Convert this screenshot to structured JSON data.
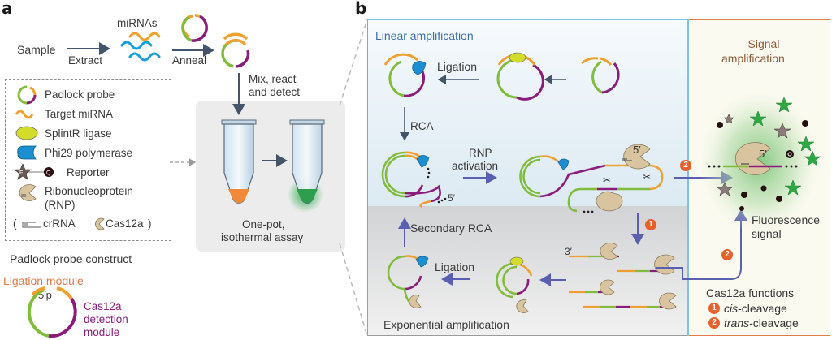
{
  "panel_a": {
    "label": "a",
    "flow": {
      "sample": "Sample",
      "extract": "Extract",
      "mirnas": "miRNAs",
      "anneal": "Anneal",
      "mix_line1": "Mix, react",
      "mix_line2": "and detect",
      "assay_line1": "One-pot,",
      "assay_line2": "isothermal assay"
    },
    "legend": [
      {
        "icon": "padlock-probe-icon",
        "label": "Padlock probe"
      },
      {
        "icon": "target-mirna-icon",
        "label": "Target miRNA"
      },
      {
        "icon": "splintr-ligase-icon",
        "label": "SplintR ligase"
      },
      {
        "icon": "phi29-polymerase-icon",
        "label": "Phi29 polymerase"
      },
      {
        "icon": "reporter-icon",
        "label": "Reporter"
      },
      {
        "icon": "rnp-icon",
        "label": "Ribonucleoprotein"
      },
      {
        "icon": "",
        "label": "(RNP)"
      }
    ],
    "legend_sub": {
      "open": "(",
      "crrna": "crRNA",
      "cas12a": "Cas12a",
      "close": ")"
    },
    "reporter_f": "F",
    "reporter_q": "Q",
    "construct": {
      "title": "Padlock probe construct",
      "ligation_module": "Ligation module",
      "five_p": "5′p",
      "detection_line1": "Cas12a",
      "detection_line2": "detection",
      "detection_line3": "module"
    }
  },
  "panel_b": {
    "label": "b",
    "linear_title": "Linear amplification",
    "exponential_title": "Exponential amplification",
    "signal_title_line1": "Signal",
    "signal_title_line2": "amplification",
    "ligation_top": "Ligation",
    "rca": "RCA",
    "rnp_line1": "RNP",
    "rnp_line2": "activation",
    "five_prime": "5′",
    "five_prime_rnp": "5′",
    "secondary_rca": "Secondary RCA",
    "ligation_bottom": "Ligation",
    "three_prime": "3′",
    "dots": "•••",
    "fluorescence_line1": "Fluorescence",
    "fluorescence_line2": "signal",
    "functions_title": "Cas12a functions",
    "functions": [
      {
        "badge": "1",
        "italic": "cis",
        "rest": "-cleavage"
      },
      {
        "badge": "2",
        "italic": "trans",
        "rest": "-cleavage"
      }
    ],
    "badge_1": "1",
    "badge_2": "2"
  },
  "colors": {
    "orange": "#f0a030",
    "green": "#82bc3c",
    "purple": "#8a1c7c",
    "blue_mirna": "#1aa0d8",
    "ligase": "#d4dc2a",
    "polymerase": "#1b8fcf",
    "cas12a": "#d9c4a0",
    "arrow": "#44546a",
    "arrow_blue": "#5a5fb0",
    "badge": "#e8602a",
    "linear_title": "#3a6fb0",
    "signal_title": "#8a5a3a",
    "ligation_module": "#e07a4a",
    "detection_module": "#8a1c7c"
  }
}
